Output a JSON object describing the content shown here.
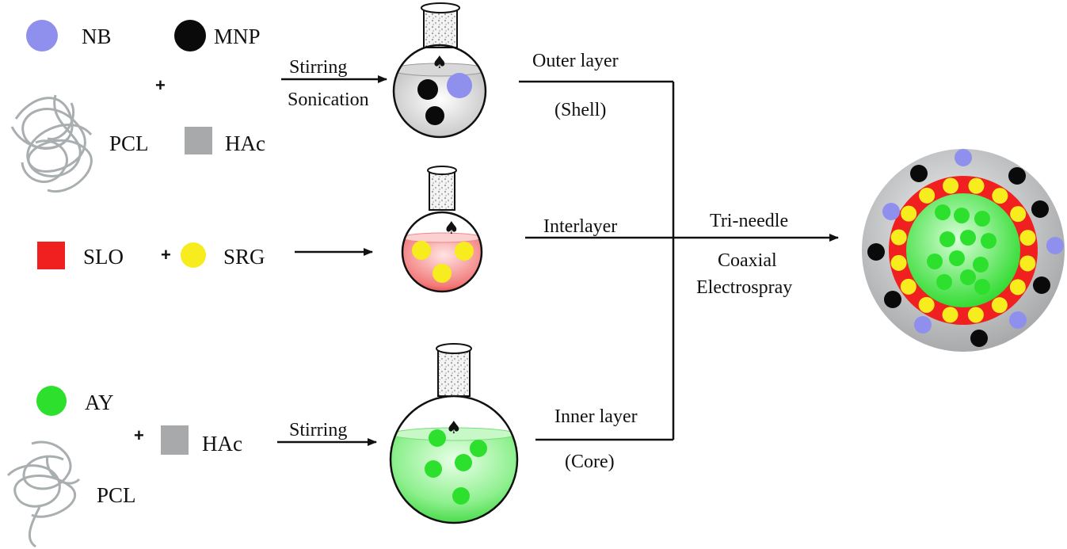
{
  "colors": {
    "nb": "#8f8fee",
    "mnp": "#0a0a0a",
    "hac": "#a7a9ab",
    "pcl": "#a9aeb0",
    "slo": "#f02020",
    "srg": "#f6ec1e",
    "ay": "#2ee02e",
    "shell_gray": "#c4c6c8",
    "line": "#111111"
  },
  "row1": {
    "legend": {
      "nb": "NB",
      "mnp": "MNP",
      "plus": "+",
      "pcl": "PCL",
      "hac": "HAc"
    },
    "arrow_top": "Stirring",
    "arrow_bottom": "Sonication",
    "branch_top": "Outer layer",
    "branch_bottom": "(Shell)"
  },
  "row2": {
    "legend": {
      "slo": "SLO",
      "plus": "+",
      "srg": "SRG"
    },
    "branch_top": "Interlayer"
  },
  "row3": {
    "legend": {
      "ay": "AY",
      "plus": "+",
      "hac": "HAc",
      "pcl": "PCL"
    },
    "arrow_top": "Stirring",
    "branch_top": "Inner layer",
    "branch_bottom": "(Core)"
  },
  "process": {
    "line1": "Tri-needle",
    "line2": "Coaxial",
    "line3": "Electrospray"
  },
  "flask_mark": "♠"
}
